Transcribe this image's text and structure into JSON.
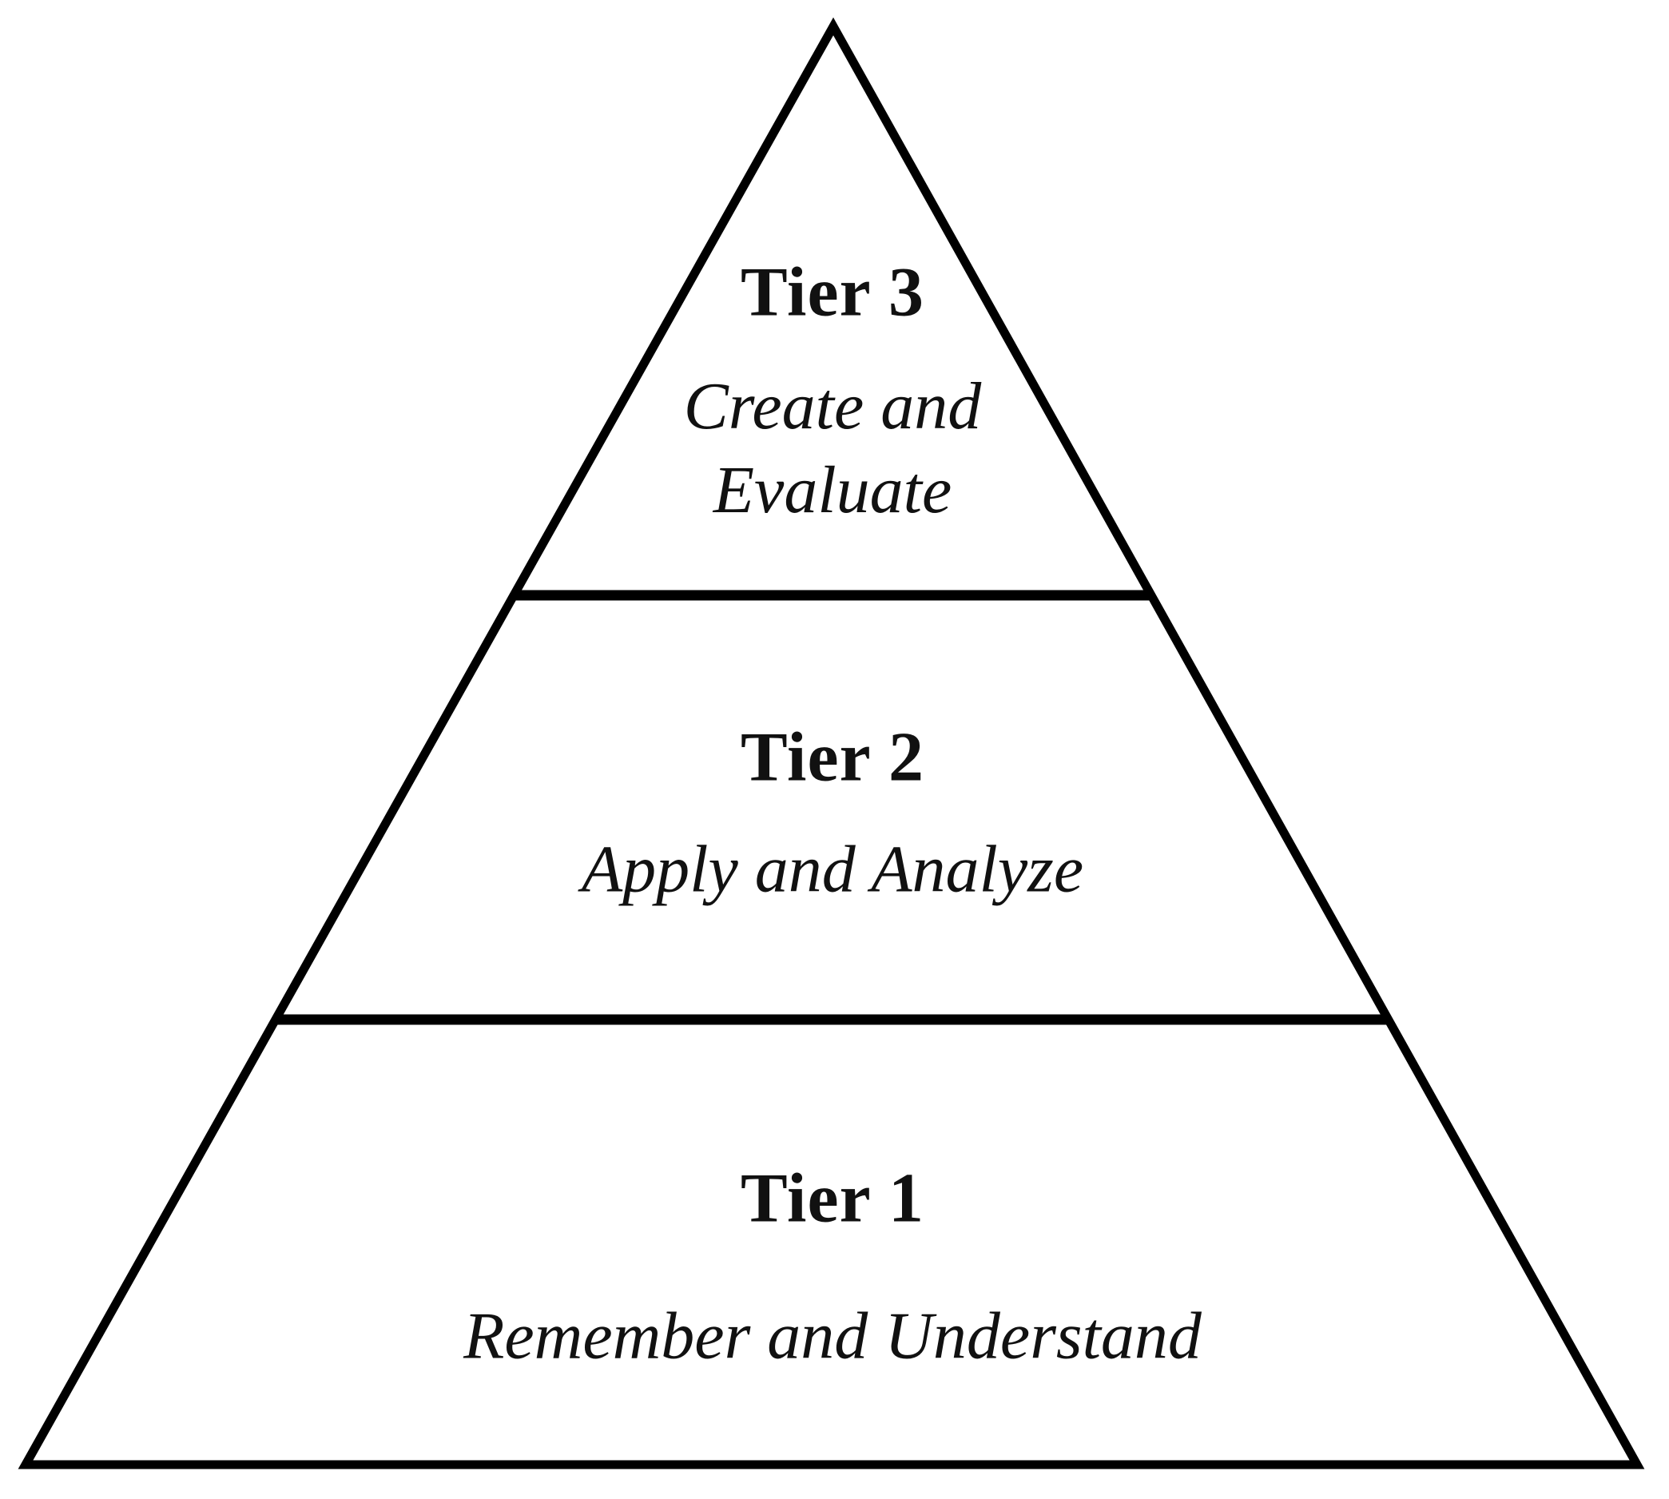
{
  "diagram": {
    "type": "pyramid",
    "tier_count": 3,
    "tiers": [
      {
        "id": "tier-3",
        "label": "Tier 3",
        "description": "Create and Evaluate",
        "description_lines": [
          "Create and",
          "Evaluate"
        ],
        "position": "top"
      },
      {
        "id": "tier-2",
        "label": "Tier 2",
        "description": "Apply and Analyze",
        "description_lines": [
          "Apply and Analyze"
        ],
        "position": "middle"
      },
      {
        "id": "tier-1",
        "label": "Tier 1",
        "description": "Remember and Understand",
        "description_lines": [
          "Remember and Understand"
        ],
        "position": "bottom"
      }
    ],
    "colors": {
      "line": "#000000",
      "text": "#111111",
      "background": "#ffffff"
    }
  }
}
